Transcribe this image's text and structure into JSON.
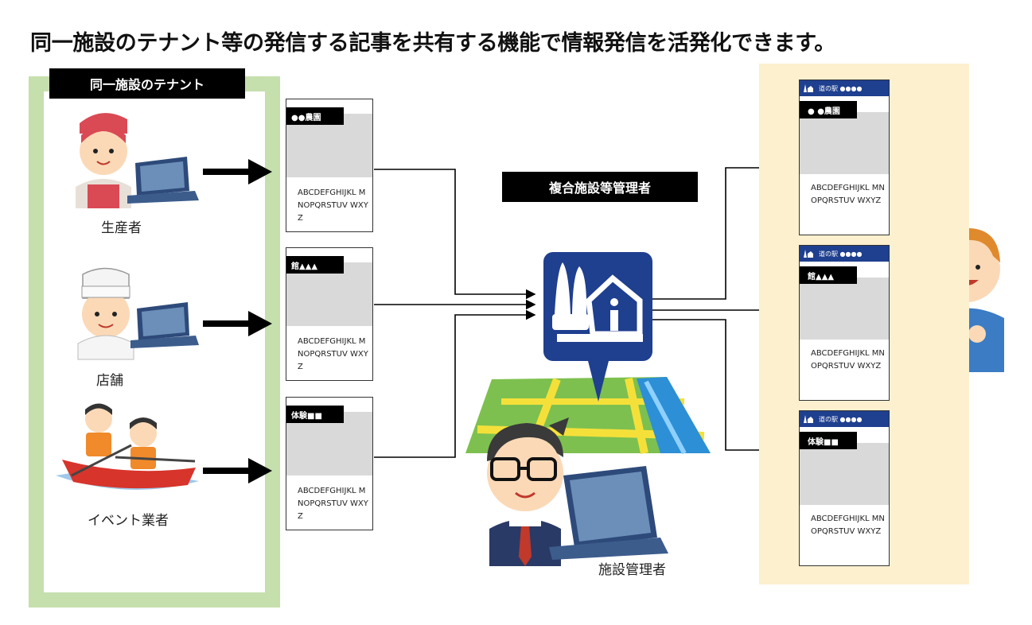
{
  "headline": "同一施設のテナント等の発信する記事を共有する機能で情報発信を活発化できます。",
  "tenant_panel": {
    "tab": "同一施設のテナント"
  },
  "tenants": [
    {
      "label": "生産者",
      "tag": "●●農園",
      "body": "ABCDEFGHIJKL MNOPQRSTUV WXYZ"
    },
    {
      "label": "店舗",
      "tag": "館▲▲▲",
      "body": "ABCDEFGHIJKL MNOPQRSTUV WXYZ"
    },
    {
      "label": "イベント業者",
      "tag": "体験■■",
      "body": "ABCDEFGHIJKL MNOPQRSTUV WXYZ"
    }
  ],
  "manager": {
    "tab": "複合施設等管理者",
    "label": "施設管理者"
  },
  "phones": [
    {
      "bar": "道の駅 ●●●●",
      "tag": "● ●農園",
      "body": "ABCDEFGHIJKL MNOPQRSTUV WXYZ"
    },
    {
      "bar": "道の駅 ●●●●",
      "tag": "館▲▲▲",
      "body": "ABCDEFGHIJKL MNOPQRSTUV WXYZ"
    },
    {
      "bar": "道の駅 ●●●●",
      "tag": "体験■■",
      "body": "ABCDEFGHIJKL MNOPQRSTUV WXYZ"
    }
  ],
  "colors": {
    "tenant_panel": "#c5dfad",
    "visitor_panel": "#fdf0cf",
    "pin": "#1f3f8f",
    "app_bar": "#1f3f8f"
  }
}
